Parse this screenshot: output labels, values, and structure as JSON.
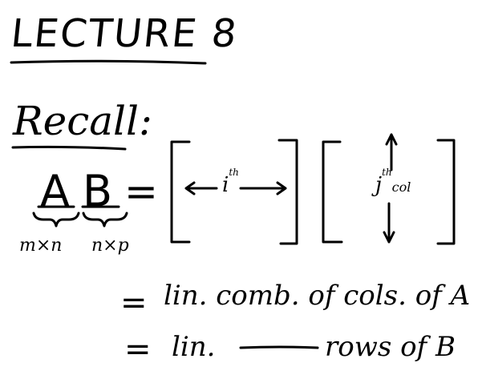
{
  "title": "LECTURE 8",
  "recall": "Recall:",
  "equation": {
    "a": "A",
    "b": "B",
    "equals": "=",
    "dim_a": "m×n",
    "dim_b": "n×p",
    "row_label": "i",
    "row_sup": "th",
    "col_label": "j",
    "col_sup": "th",
    "col_word": "col"
  },
  "line2": {
    "equals": "=",
    "text": "lin. comb. of cols. of A"
  },
  "line3": {
    "equals": "=",
    "lin": "lin.",
    "rest": "rows of B"
  }
}
